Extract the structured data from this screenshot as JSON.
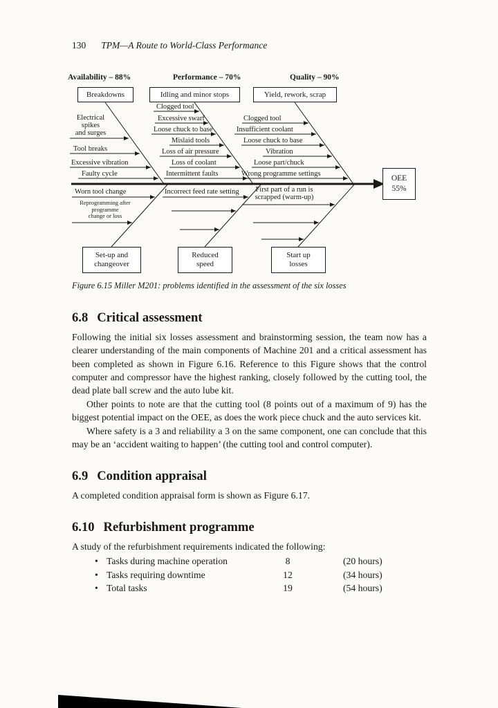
{
  "header": {
    "page_number": "130",
    "book_title": "TPM—A Route to World-Class Performance"
  },
  "diagram": {
    "availability": "Availability – 88%",
    "performance": "Performance – 70%",
    "quality": "Quality – 90%",
    "box_breakdowns": "Breakdowns",
    "box_idling": "Idling and minor stops",
    "box_yield": "Yield, rework, scrap",
    "left_top": [
      "Electrical\nspikes\nand surges",
      "Tool breaks",
      "Excessive vibration",
      "Faulty cycle"
    ],
    "left_bottom": [
      "Worn tool change",
      "Reprogramming after\nprogramme\nchange or loss"
    ],
    "mid_top": [
      "Clogged tool",
      "Excessive swarf",
      "Loose chuck to base",
      "Mislaid tools",
      "Loss of air pressure",
      "Loss of coolant",
      "Intermittent faults"
    ],
    "mid_bottom": [
      "Incorrect feed rate setting"
    ],
    "right_top": [
      "Clogged tool",
      "Insufficient coolant",
      "Loose chuck to base",
      "Vibration",
      "Loose part/chuck",
      "Wrong programme settings"
    ],
    "right_bottom": [
      "First part of a run is\nscrapped (warm-up)"
    ],
    "box_setup": "Set-up and\nchangeover",
    "box_reduced": "Reduced\nspeed",
    "box_startup": "Start up\nlosses",
    "oee_label": "OEE",
    "oee_value": "55%",
    "caption": "Figure 6.15 Miller M201: problems identified in the assessment of the six losses"
  },
  "sections": {
    "s68": {
      "number": "6.8",
      "title": "Critical assessment",
      "p1": "Following the initial six losses assessment and brainstorming session, the team now has a clearer understanding of the main components of Machine 201 and a critical assessment has been completed as shown in Figure 6.16. Reference to this Figure shows that the control computer and compressor have the highest ranking, closely followed by the cutting tool, the dead plate ball screw and the auto lube kit.",
      "p2": "Other points to note are that the cutting tool (8 points out of a maximum of 9) has the biggest potential impact on the OEE, as does the work piece chuck and the auto services kit.",
      "p3": "Where safety is a 3 and reliability a 3 on the same component, one can conclude that this may be an ‘accident waiting to happen’ (the cutting tool and control computer)."
    },
    "s69": {
      "number": "6.9",
      "title": "Condition appraisal",
      "p1": "A completed condition appraisal form is shown as Figure 6.17."
    },
    "s610": {
      "number": "6.10",
      "title": "Refurbishment programme",
      "p1": "A study of the refurbishment requirements indicated the following:",
      "tasks": [
        {
          "label": "Tasks during machine operation",
          "count": "8",
          "hours": "(20 hours)"
        },
        {
          "label": "Tasks requiring downtime",
          "count": "12",
          "hours": "(34 hours)"
        },
        {
          "label": "Total tasks",
          "count": "19",
          "hours": "(54 hours)"
        }
      ]
    }
  }
}
